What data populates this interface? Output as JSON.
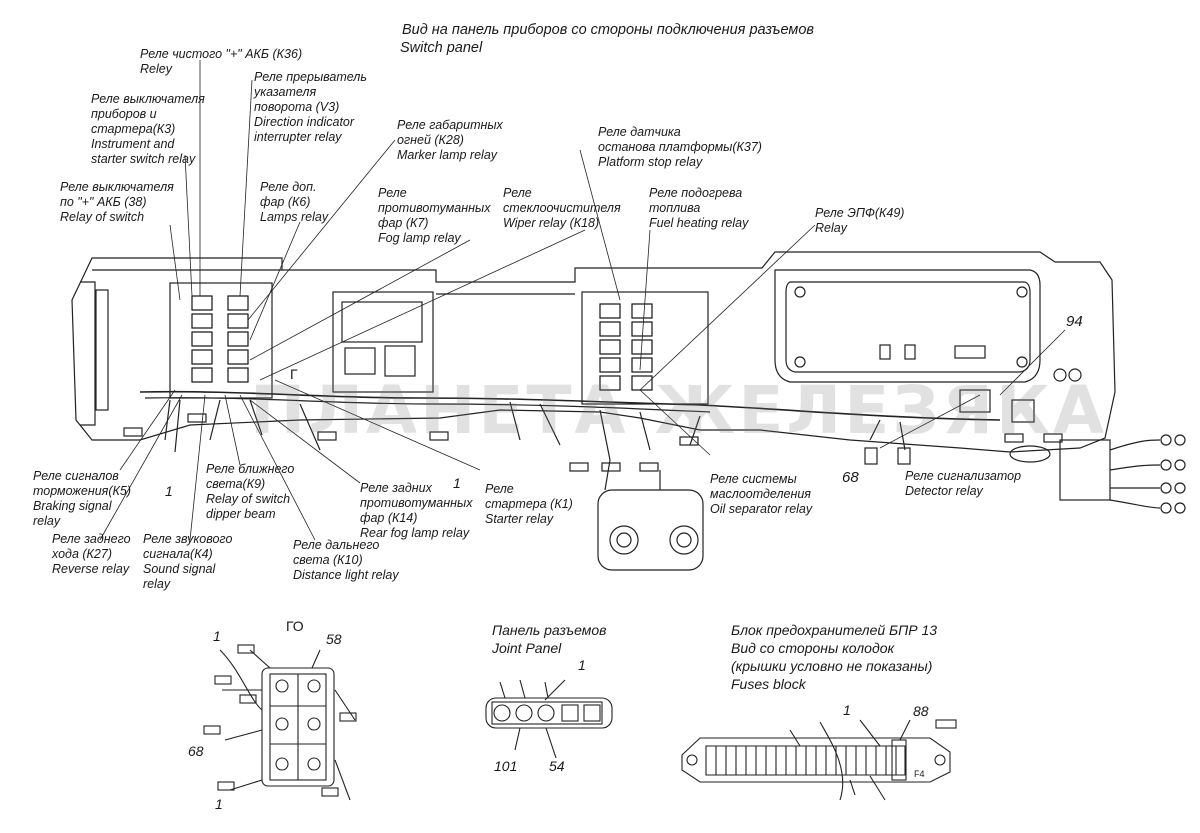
{
  "header": {
    "title_ru": "Вид на панель приборов со стороны подключения разъемов",
    "title_en": "Switch panel"
  },
  "labels": {
    "k36": [
      "Реле чистого \"+\" АКБ (К36)",
      "Reley"
    ],
    "v3": [
      "Реле прерыватель",
      "указателя",
      "поворота (V3)",
      "Direction indicator",
      "interrupter relay"
    ],
    "k3": [
      "Реле выключателя",
      "приборов и",
      "стартера(К3)",
      "Instrument and",
      "starter switch relay"
    ],
    "k28": [
      "Реле габаритных",
      "огней (К28)",
      "Marker lamp relay"
    ],
    "k37": [
      "Реле датчика",
      "останова платформы(К37)",
      "Platform stop relay"
    ],
    "k6": [
      "Реле доп.",
      "фар (К6)",
      "Lamps relay"
    ],
    "k7": [
      "Реле",
      "противотуманных",
      "фар (К7)",
      "Fog lamp relay"
    ],
    "k18": [
      "Реле",
      "стеклоочистителя",
      "Wiper relay (К18)"
    ],
    "fuel": [
      "Реле подогрева",
      "топлива",
      "Fuel heating relay"
    ],
    "k49": [
      "Реле ЭПФ(К49)",
      "Relay"
    ],
    "k38": [
      "Реле выключателя",
      "по \"+\" АКБ (38)",
      "Relay of switch"
    ],
    "k5": [
      "Реле сигналов",
      "торможения(К5)",
      "Braking signal",
      "relay"
    ],
    "k27": [
      "Реле заднего",
      "хода (К27)",
      "Reverse relay"
    ],
    "k4": [
      "Реле звукового",
      "сигнала(К4)",
      "Sound signal",
      "relay"
    ],
    "k9": [
      "Реле ближнего",
      "света(К9)",
      "Relay of switch",
      "dipper beam"
    ],
    "k10": [
      "Реле дальнего",
      "света (К10)",
      "Distance light relay"
    ],
    "k14": [
      "Реле задних",
      "противотуманных",
      "фар (К14)",
      "Rear fog lamp relay"
    ],
    "k1": [
      "Реле",
      "стартера (К1)",
      "Starter relay"
    ],
    "oil": [
      "Реле системы",
      "маслоотделения",
      "Oil separator relay"
    ],
    "detector": [
      "Реле сигнализатор",
      "Detector relay"
    ]
  },
  "numbers": {
    "n94": "94",
    "n68a": "68",
    "n1a": "1",
    "n1b": "1",
    "n58": "58",
    "n68b": "68",
    "n1c": "1",
    "n1d": "1",
    "n1e": "1",
    "n101": "101",
    "n54": "54",
    "n1f": "1",
    "n88": "88",
    "f4": "F4",
    "g_letter": "Г",
    "go_letter": "ГО"
  },
  "joint_panel": [
    "Панель разъемов",
    "Joint Panel"
  ],
  "fuses": [
    "Блок предохранителей БПР 13",
    "Вид со стороны колодок",
    "(крышки условно не показаны)",
    "Fuses  block"
  ],
  "watermark": "ПЛАНЕТА ЖЕЛЕЗЯКА"
}
